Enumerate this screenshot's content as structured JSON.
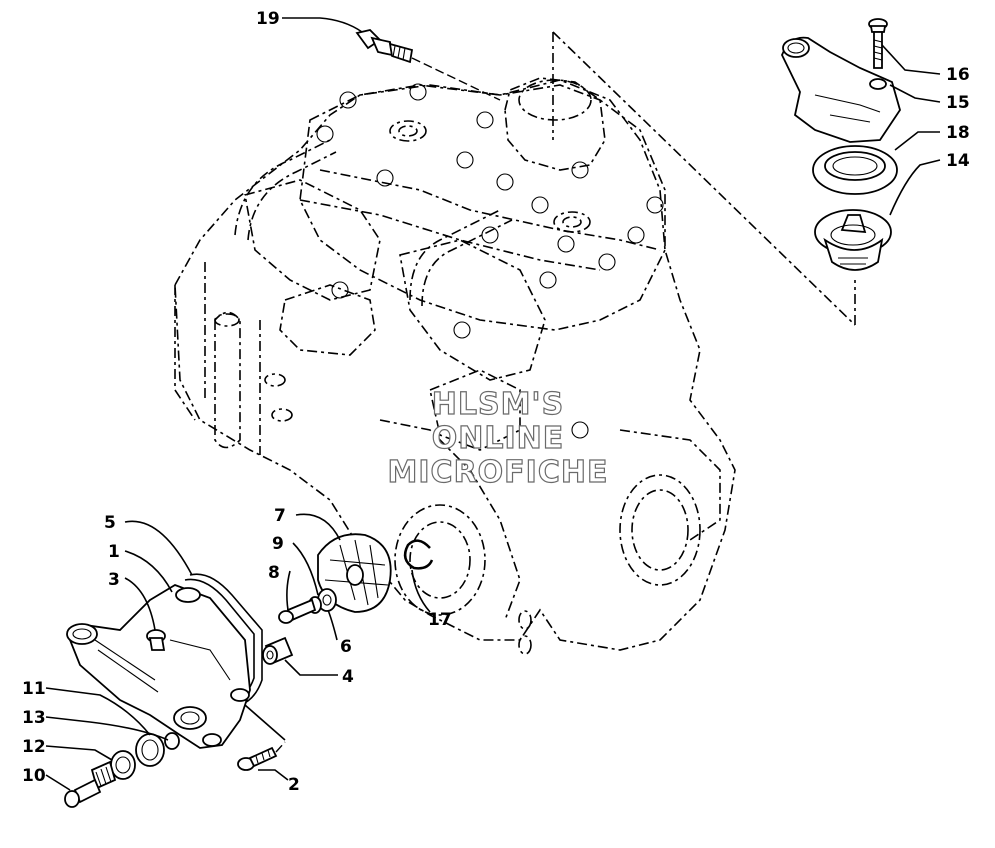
{
  "callouts": {
    "c19": "19",
    "c16": "16",
    "c15": "15",
    "c18": "18",
    "c14": "14",
    "c5": "5",
    "c1": "1",
    "c3": "3",
    "c7": "7",
    "c9": "9",
    "c8": "8",
    "c6": "6",
    "c4": "4",
    "c17": "17",
    "c11": "11",
    "c13": "13",
    "c12": "12",
    "c10": "10",
    "c2": "2"
  },
  "watermark": {
    "line1": "HLSM'S",
    "line2": "ONLINE",
    "line3": "MICROFICHE"
  }
}
